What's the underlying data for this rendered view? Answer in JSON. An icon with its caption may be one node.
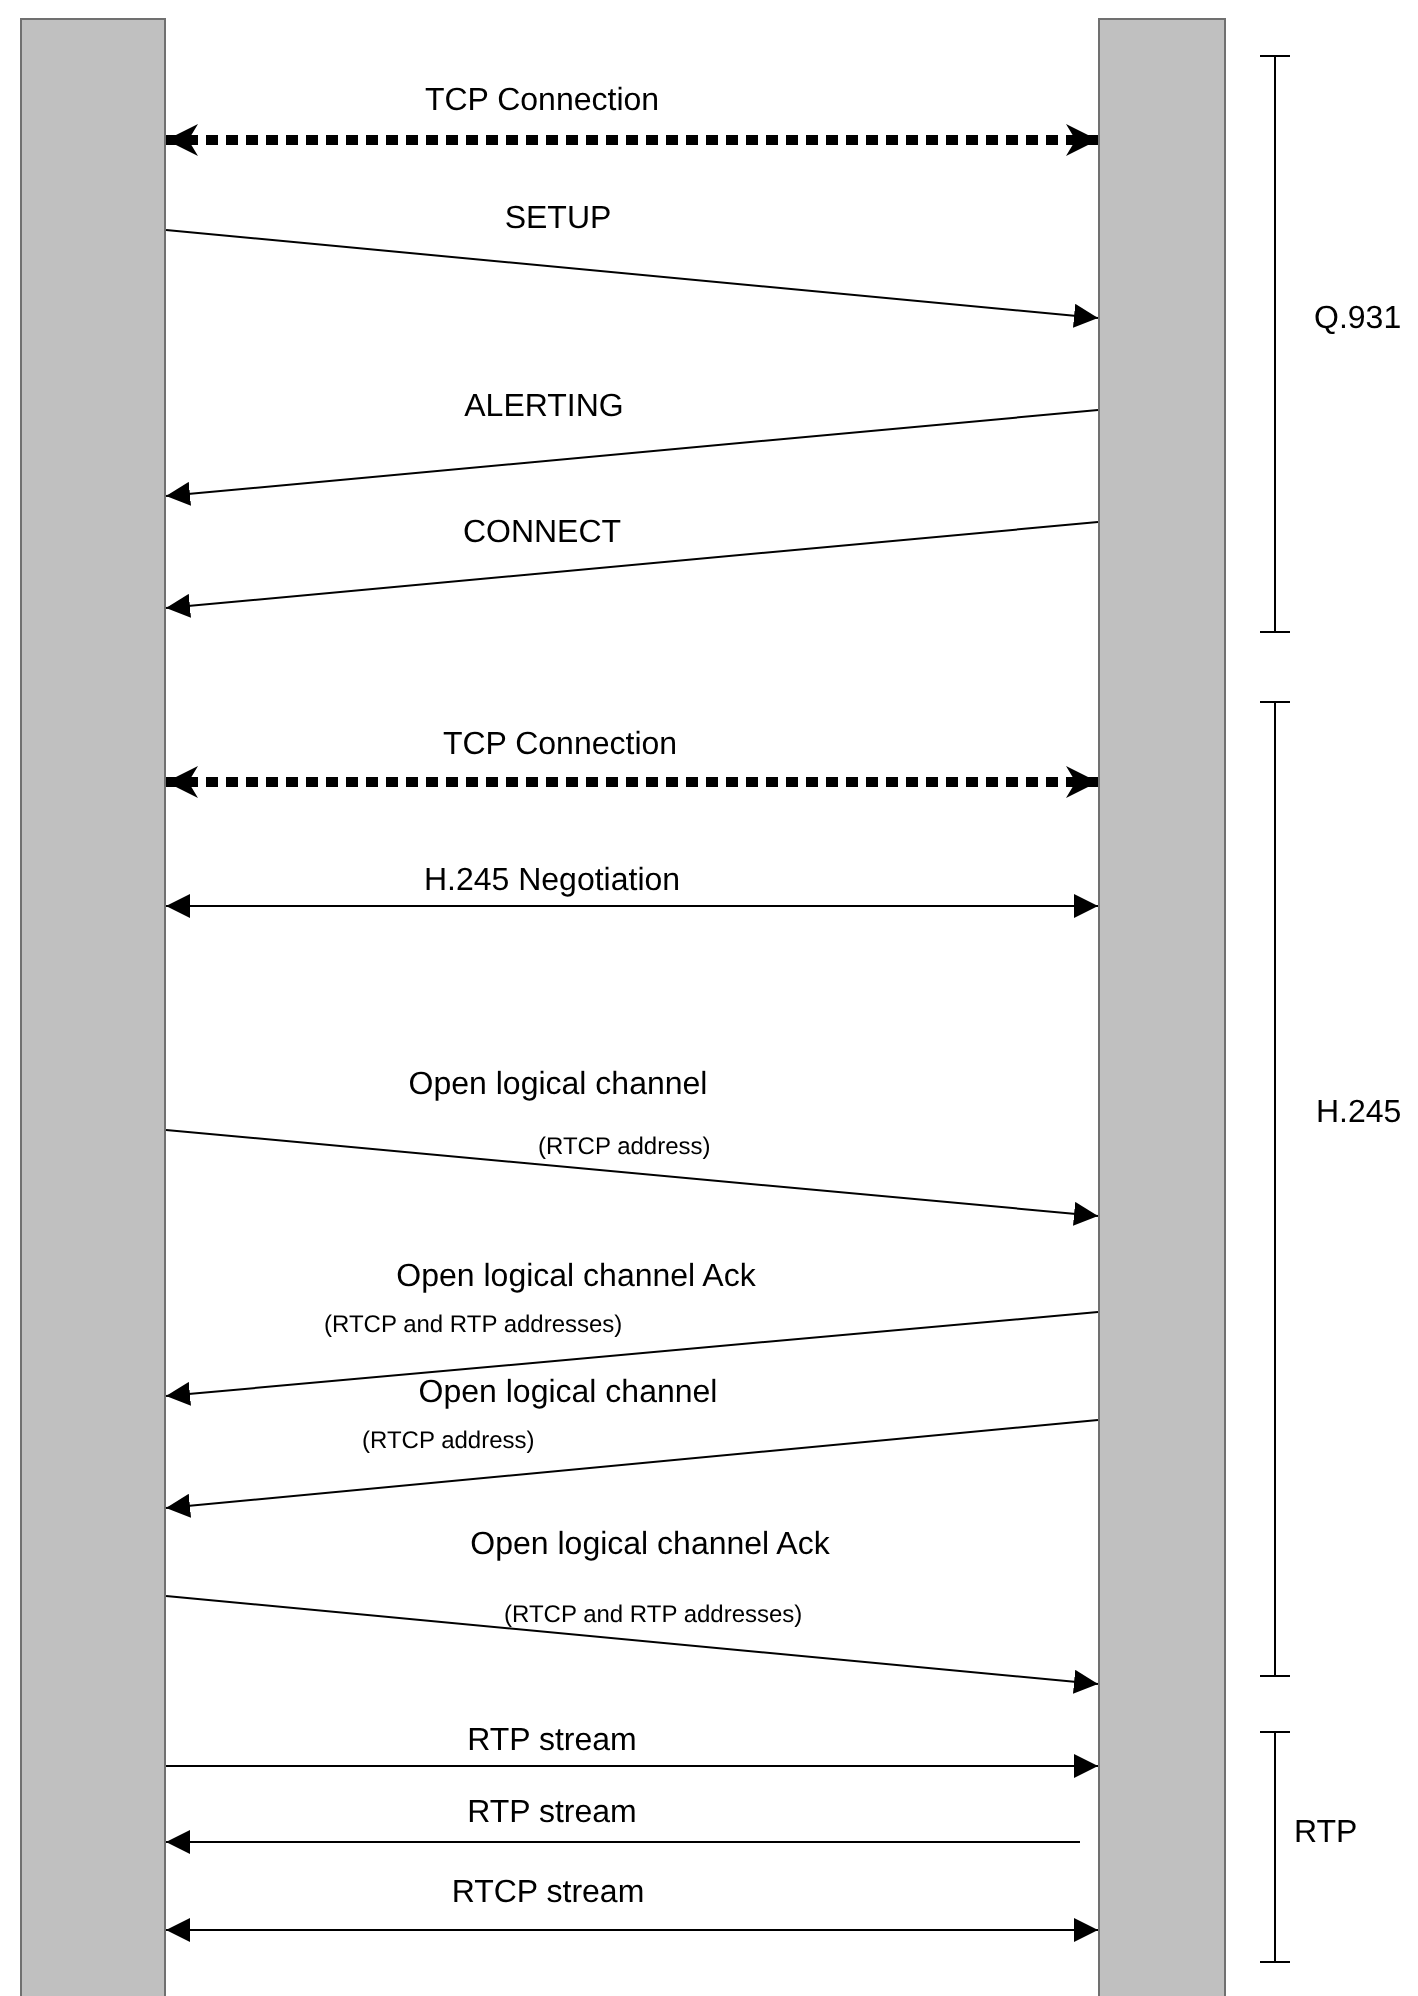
{
  "diagram": {
    "nodes": [
      {
        "text": [],
        "shape": "bar"
      },
      {
        "text": [],
        "shape": "bar"
      }
    ],
    "edges": [
      {
        "from": 0,
        "to": 1,
        "arrow": "both",
        "label": "TCP Connection",
        "style": "dashed"
      },
      {
        "from": 0,
        "to": 1,
        "arrow": "to",
        "label": "SETUP"
      },
      {
        "from": 1,
        "to": 0,
        "arrow": "to",
        "label": "ALERTING"
      },
      {
        "from": 1,
        "to": 0,
        "arrow": "to",
        "label": "CONNECT"
      },
      {
        "from": 0,
        "to": 1,
        "arrow": "both",
        "label": "TCP Connection",
        "style": "dashed"
      },
      {
        "from": 0,
        "to": 1,
        "arrow": "both",
        "label": "H.245 Negotiation"
      },
      {
        "from": 0,
        "to": 1,
        "arrow": "to",
        "label": "Open logical channel"
      },
      {
        "from": 1,
        "to": 0,
        "arrow": "to",
        "label": "Open logical channel Ack"
      },
      {
        "from": 1,
        "to": 0,
        "arrow": "to",
        "label": "Open logical channel"
      },
      {
        "from": 0,
        "to": 1,
        "arrow": "to",
        "label": "Open logical channel Ack"
      },
      {
        "from": 0,
        "to": 1,
        "arrow": "to",
        "label": "RTP stream"
      },
      {
        "from": 1,
        "to": 0,
        "arrow": "to",
        "label": "RTP stream"
      },
      {
        "from": 0,
        "to": 1,
        "arrow": "both",
        "label": "RTCP stream"
      }
    ],
    "labels": [
      "Q.931",
      "H.245",
      "(RTCP address)",
      "(RTCP and RTP addresses)",
      "(RTCP address)",
      "(RTCP and RTP addresses)",
      "RTP"
    ]
  }
}
